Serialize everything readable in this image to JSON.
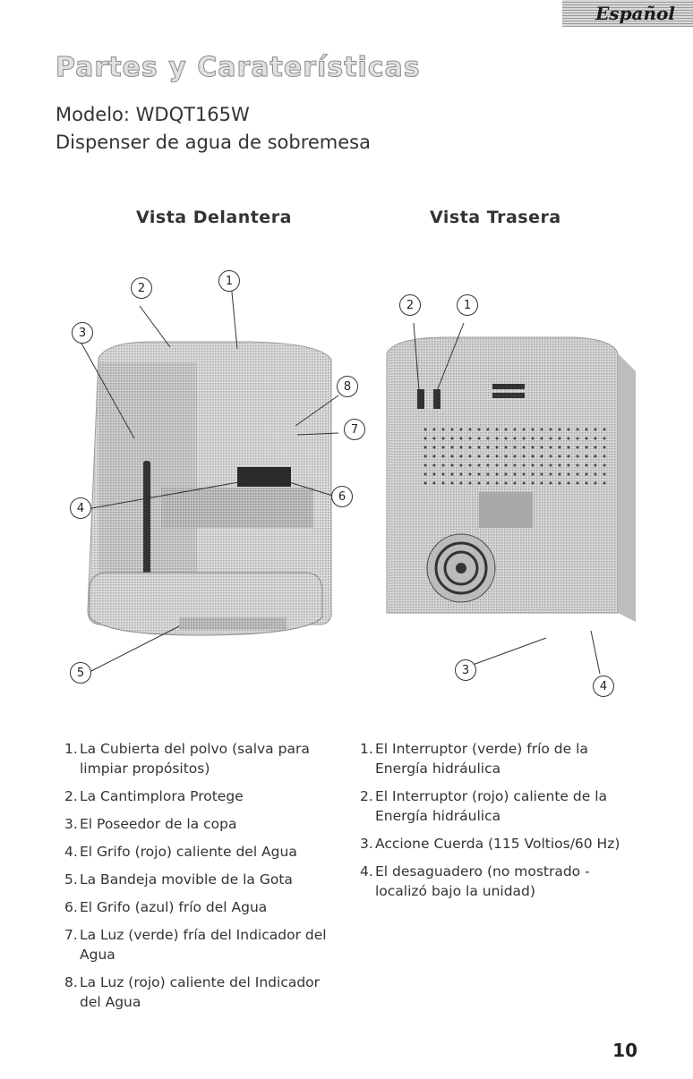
{
  "header": {
    "language_tab": "Español"
  },
  "title": "Partes y Caraterísticas",
  "model": "Modelo: WDQT165W",
  "subtitle": "Dispenser de agua de sobremesa",
  "front": {
    "heading": "Vista Delantera",
    "callouts": [
      "1",
      "2",
      "3",
      "4",
      "5",
      "6",
      "7",
      "8"
    ],
    "parts": [
      {
        "num": "1.",
        "text": "La Cubierta del polvo (salva para limpiar propósitos)"
      },
      {
        "num": "2.",
        "text": "La Cantimplora Protege"
      },
      {
        "num": "3.",
        "text": "El Poseedor de la copa"
      },
      {
        "num": "4.",
        "text": "El Grifo (rojo) caliente del Agua"
      },
      {
        "num": "5.",
        "text": "La Bandeja movible de la Gota"
      },
      {
        "num": "6.",
        "text": "El Grifo (azul) frío del Agua"
      },
      {
        "num": "7.",
        "text": "La Luz (verde) fría del Indicador del Agua"
      },
      {
        "num": "8.",
        "text": "La Luz (rojo) caliente del Indicador del Agua"
      }
    ]
  },
  "rear": {
    "heading": "Vista Trasera",
    "callouts": [
      "1",
      "2",
      "3",
      "4"
    ],
    "parts": [
      {
        "num": "1.",
        "text": "El Interruptor (verde) frío de la Energía hidráulica"
      },
      {
        "num": "2.",
        "text": "El Interruptor (rojo) caliente de la Energía hidráulica"
      },
      {
        "num": "3.",
        "text": "Accione Cuerda (115 Voltios/60 Hz)"
      },
      {
        "num": "4.",
        "text": "El desaguadero (no mostrado - localizó bajo la unidad)"
      }
    ]
  },
  "page_number": "10"
}
